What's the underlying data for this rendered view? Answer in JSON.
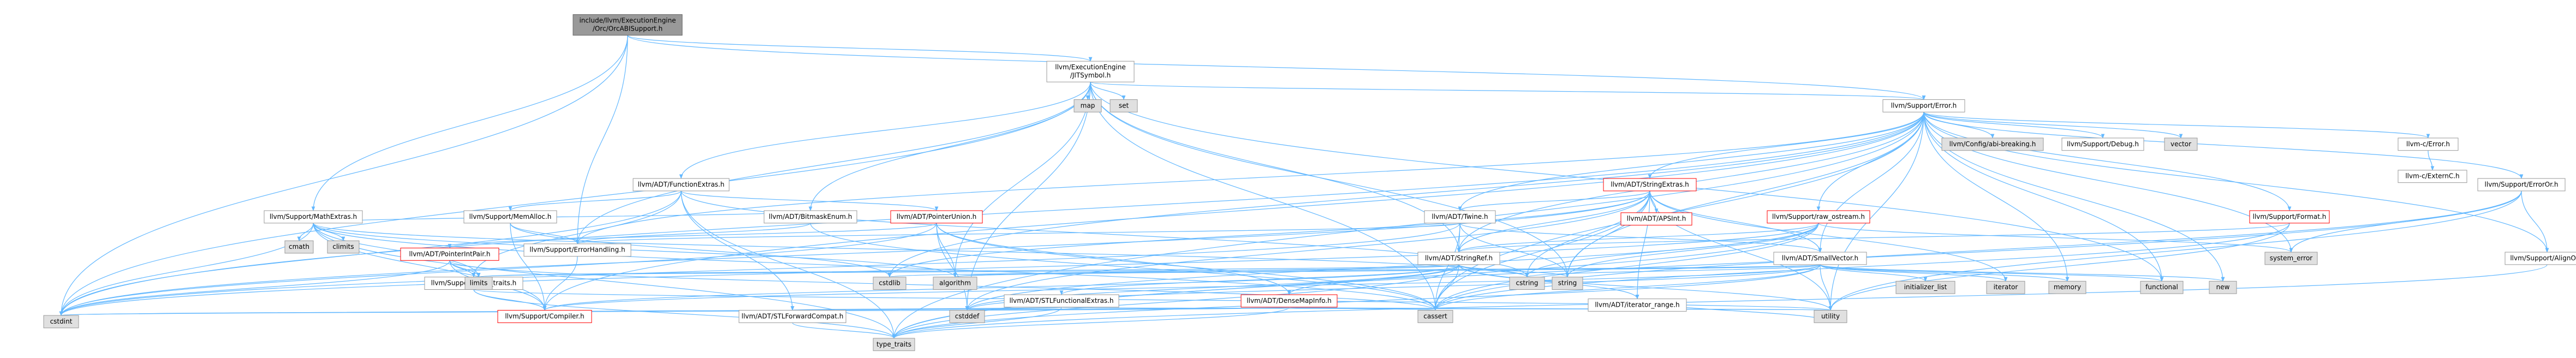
{
  "diagram": {
    "nodes": [
      {
        "id": "root",
        "lines": [
          "include/llvm/ExecutionEngine",
          "/Orc/OrcABISupport.h"
        ],
        "kind": "root",
        "link": false
      },
      {
        "id": "jitsymbol",
        "lines": [
          "llvm/ExecutionEngine",
          "/JITSymbol.h"
        ],
        "kind": "normal",
        "link": true
      },
      {
        "id": "error",
        "lines": [
          "llvm/Support/Error.h"
        ],
        "kind": "normal",
        "link": true
      },
      {
        "id": "mathextras",
        "lines": [
          "llvm/Support/MathExtras.h"
        ],
        "kind": "normal",
        "link": true
      },
      {
        "id": "cstdint",
        "lines": [
          "cstdint"
        ],
        "kind": "grey",
        "link": false
      },
      {
        "id": "functionextras",
        "lines": [
          "llvm/ADT/FunctionExtras.h"
        ],
        "kind": "normal",
        "link": true
      },
      {
        "id": "map",
        "lines": [
          "map"
        ],
        "kind": "grey",
        "link": false
      },
      {
        "id": "set",
        "lines": [
          "set"
        ],
        "kind": "grey",
        "link": false
      },
      {
        "id": "bitmaskenum",
        "lines": [
          "llvm/ADT/BitmaskEnum.h"
        ],
        "kind": "normal",
        "link": true
      },
      {
        "id": "stringref",
        "lines": [
          "llvm/ADT/StringRef.h"
        ],
        "kind": "normal",
        "link": true
      },
      {
        "id": "pointerunion",
        "lines": [
          "llvm/ADT/PointerUnion.h"
        ],
        "kind": "red",
        "link": true
      },
      {
        "id": "memalloc",
        "lines": [
          "llvm/Support/MemAlloc.h"
        ],
        "kind": "normal",
        "link": true
      },
      {
        "id": "errorhandling",
        "lines": [
          "llvm/Support/ErrorHandling.h"
        ],
        "kind": "normal",
        "link": true
      },
      {
        "id": "pointerintpair",
        "lines": [
          "llvm/ADT/PointerIntPair.h"
        ],
        "kind": "red",
        "link": true
      },
      {
        "id": "typetraits_h",
        "lines": [
          "llvm/Support/type_traits.h"
        ],
        "kind": "normal",
        "link": true
      },
      {
        "id": "compiler",
        "lines": [
          "llvm/Support/Compiler.h"
        ],
        "kind": "red",
        "link": true
      },
      {
        "id": "stlforwardcompat",
        "lines": [
          "llvm/ADT/STLForwardCompat.h"
        ],
        "kind": "normal",
        "link": true
      },
      {
        "id": "type_traits",
        "lines": [
          "type_traits"
        ],
        "kind": "grey",
        "link": false
      },
      {
        "id": "stringextras",
        "lines": [
          "llvm/ADT/StringExtras.h"
        ],
        "kind": "red",
        "link": true
      },
      {
        "id": "apsint",
        "lines": [
          "llvm/ADT/APSInt.h"
        ],
        "kind": "red",
        "link": true
      },
      {
        "id": "twine",
        "lines": [
          "llvm/ADT/Twine.h"
        ],
        "kind": "normal",
        "link": true
      },
      {
        "id": "rawostream",
        "lines": [
          "llvm/Support/raw_ostream.h"
        ],
        "kind": "red",
        "link": true
      },
      {
        "id": "smallvector",
        "lines": [
          "llvm/ADT/SmallVector.h"
        ],
        "kind": "normal",
        "link": true
      },
      {
        "id": "iteratorrange",
        "lines": [
          "llvm/ADT/iterator_range.h"
        ],
        "kind": "normal",
        "link": true
      },
      {
        "id": "densemapinfo",
        "lines": [
          "llvm/ADT/DenseMapInfo.h"
        ],
        "kind": "red",
        "link": true
      },
      {
        "id": "stlfunctional",
        "lines": [
          "llvm/ADT/STLFunctionalExtras.h"
        ],
        "kind": "normal",
        "link": true
      },
      {
        "id": "abibreaking",
        "lines": [
          "llvm/Config/abi-breaking.h"
        ],
        "kind": "grey",
        "link": false
      },
      {
        "id": "debug",
        "lines": [
          "llvm/Support/Debug.h"
        ],
        "kind": "normal",
        "link": true
      },
      {
        "id": "vector",
        "lines": [
          "vector"
        ],
        "kind": "grey",
        "link": false
      },
      {
        "id": "format",
        "lines": [
          "llvm/Support/Format.h"
        ],
        "kind": "red",
        "link": true
      },
      {
        "id": "cerror",
        "lines": [
          "llvm-c/Error.h"
        ],
        "kind": "normal",
        "link": true
      },
      {
        "id": "externc",
        "lines": [
          "llvm-c/ExternC.h"
        ],
        "kind": "normal",
        "link": true
      },
      {
        "id": "erroror",
        "lines": [
          "llvm/Support/ErrorOr.h"
        ],
        "kind": "normal",
        "link": true
      },
      {
        "id": "systemerror",
        "lines": [
          "system_error"
        ],
        "kind": "grey",
        "link": false
      },
      {
        "id": "aligntrait",
        "lines": [
          "llvm/Support/AlignOf.h"
        ],
        "kind": "normal",
        "link": true
      },
      {
        "id": "cmath",
        "lines": [
          "cmath"
        ],
        "kind": "grey",
        "link": false
      },
      {
        "id": "climits",
        "lines": [
          "climits"
        ],
        "kind": "grey",
        "link": false
      },
      {
        "id": "limits",
        "lines": [
          "limits"
        ],
        "kind": "grey",
        "link": false
      },
      {
        "id": "cstdlib",
        "lines": [
          "cstdlib"
        ],
        "kind": "grey",
        "link": false
      },
      {
        "id": "algorithm",
        "lines": [
          "algorithm"
        ],
        "kind": "grey",
        "link": false
      },
      {
        "id": "cstddef",
        "lines": [
          "cstddef"
        ],
        "kind": "grey",
        "link": false
      },
      {
        "id": "cassert",
        "lines": [
          "cassert"
        ],
        "kind": "grey",
        "link": false
      },
      {
        "id": "cstring",
        "lines": [
          "cstring"
        ],
        "kind": "grey",
        "link": false
      },
      {
        "id": "string",
        "lines": [
          "string"
        ],
        "kind": "grey",
        "link": false
      },
      {
        "id": "utility",
        "lines": [
          "utility"
        ],
        "kind": "grey",
        "link": false
      },
      {
        "id": "initlist",
        "lines": [
          "initializer_list"
        ],
        "kind": "grey",
        "link": false
      },
      {
        "id": "iterator",
        "lines": [
          "iterator"
        ],
        "kind": "grey",
        "link": false
      },
      {
        "id": "memory",
        "lines": [
          "memory"
        ],
        "kind": "grey",
        "link": false
      },
      {
        "id": "functional",
        "lines": [
          "functional"
        ],
        "kind": "grey",
        "link": false
      },
      {
        "id": "new",
        "lines": [
          "new"
        ],
        "kind": "grey",
        "link": false
      }
    ],
    "edges": [
      [
        "root",
        "jitsymbol"
      ],
      [
        "root",
        "error"
      ],
      [
        "root",
        "mathextras"
      ],
      [
        "root",
        "cstdint"
      ],
      [
        "root",
        "errorhandling"
      ],
      [
        "jitsymbol",
        "functionextras"
      ],
      [
        "jitsymbol",
        "map"
      ],
      [
        "jitsymbol",
        "set"
      ],
      [
        "jitsymbol",
        "bitmaskenum"
      ],
      [
        "jitsymbol",
        "stringref"
      ],
      [
        "jitsymbol",
        "error"
      ],
      [
        "jitsymbol",
        "cstdint"
      ],
      [
        "jitsymbol",
        "cassert"
      ],
      [
        "jitsymbol",
        "string"
      ],
      [
        "jitsymbol",
        "errorhandling"
      ],
      [
        "jitsymbol",
        "algorithm"
      ],
      [
        "jitsymbol",
        "cstddef"
      ],
      [
        "jitsymbol",
        "functional"
      ],
      [
        "functionextras",
        "pointerunion"
      ],
      [
        "functionextras",
        "stlforwardcompat"
      ],
      [
        "functionextras",
        "memalloc"
      ],
      [
        "functionextras",
        "typetraits_h"
      ],
      [
        "functionextras",
        "cstring"
      ],
      [
        "functionextras",
        "cstdint"
      ],
      [
        "functionextras",
        "type_traits"
      ],
      [
        "pointerunion",
        "pointerintpair"
      ],
      [
        "pointerunion",
        "densemapinfo"
      ],
      [
        "pointerunion",
        "algorithm"
      ],
      [
        "pointerunion",
        "cassert"
      ],
      [
        "pointerunion",
        "cstddef"
      ],
      [
        "pointerunion",
        "cstdint"
      ],
      [
        "pointerintpair",
        "compiler"
      ],
      [
        "pointerintpair",
        "typetraits_h"
      ],
      [
        "pointerintpair",
        "cassert"
      ],
      [
        "pointerintpair",
        "cstdint"
      ],
      [
        "pointerintpair",
        "limits"
      ],
      [
        "memalloc",
        "compiler"
      ],
      [
        "memalloc",
        "errorhandling"
      ],
      [
        "memalloc",
        "cstdlib"
      ],
      [
        "errorhandling",
        "compiler"
      ],
      [
        "typetraits_h",
        "compiler"
      ],
      [
        "typetraits_h",
        "type_traits"
      ],
      [
        "typetraits_h",
        "utility"
      ],
      [
        "bitmaskenum",
        "errorhandling"
      ],
      [
        "bitmaskenum",
        "mathextras"
      ],
      [
        "bitmaskenum",
        "cassert"
      ],
      [
        "mathextras",
        "compiler"
      ],
      [
        "mathextras",
        "algorithm"
      ],
      [
        "mathextras",
        "cassert"
      ],
      [
        "mathextras",
        "climits"
      ],
      [
        "mathextras",
        "cmath"
      ],
      [
        "mathextras",
        "cstdint"
      ],
      [
        "mathextras",
        "cstring"
      ],
      [
        "mathextras",
        "limits"
      ],
      [
        "mathextras",
        "type_traits"
      ],
      [
        "error",
        "abibreaking"
      ],
      [
        "error",
        "stringextras"
      ],
      [
        "error",
        "twine"
      ],
      [
        "error",
        "debug"
      ],
      [
        "error",
        "vector"
      ],
      [
        "error",
        "format"
      ],
      [
        "error",
        "cerror"
      ],
      [
        "error",
        "erroror"
      ],
      [
        "error",
        "aligntrait"
      ],
      [
        "error",
        "systemerror"
      ],
      [
        "error",
        "rawostream"
      ],
      [
        "error",
        "compiler"
      ],
      [
        "error",
        "errorhandling"
      ],
      [
        "error",
        "cassert"
      ],
      [
        "error",
        "cstdint"
      ],
      [
        "error",
        "cstdlib"
      ],
      [
        "error",
        "functional"
      ],
      [
        "error",
        "memory"
      ],
      [
        "error",
        "new"
      ],
      [
        "error",
        "string"
      ],
      [
        "error",
        "utility"
      ],
      [
        "error",
        "type_traits"
      ],
      [
        "error",
        "stringref"
      ],
      [
        "error",
        "smallvector"
      ],
      [
        "stringextras",
        "apsint"
      ],
      [
        "stringextras",
        "stringref"
      ],
      [
        "stringextras",
        "twine"
      ],
      [
        "stringextras",
        "smallvector"
      ],
      [
        "stringextras",
        "iterator"
      ],
      [
        "stringextras",
        "cassert"
      ],
      [
        "stringextras",
        "cstddef"
      ],
      [
        "stringextras",
        "cstdint"
      ],
      [
        "stringextras",
        "cstdlib"
      ],
      [
        "stringextras",
        "cstring"
      ],
      [
        "stringextras",
        "string"
      ],
      [
        "stringextras",
        "utility"
      ],
      [
        "stringextras",
        "iteratorrange"
      ],
      [
        "twine",
        "smallvector"
      ],
      [
        "twine",
        "stringref"
      ],
      [
        "twine",
        "errorhandling"
      ],
      [
        "twine",
        "cassert"
      ],
      [
        "twine",
        "cstdint"
      ],
      [
        "twine",
        "string"
      ],
      [
        "rawostream",
        "stringref"
      ],
      [
        "rawostream",
        "cassert"
      ],
      [
        "rawostream",
        "cstddef"
      ],
      [
        "rawostream",
        "cstdint"
      ],
      [
        "rawostream",
        "cstring"
      ],
      [
        "rawostream",
        "string"
      ],
      [
        "rawostream",
        "systemerror"
      ],
      [
        "rawostream",
        "type_traits"
      ],
      [
        "stringref",
        "densemapinfo"
      ],
      [
        "stringref",
        "stlfunctional"
      ],
      [
        "stringref",
        "iteratorrange"
      ],
      [
        "stringref",
        "compiler"
      ],
      [
        "stringref",
        "algorithm"
      ],
      [
        "stringref",
        "cassert"
      ],
      [
        "stringref",
        "cstddef"
      ],
      [
        "stringref",
        "cstring"
      ],
      [
        "stringref",
        "limits"
      ],
      [
        "stringref",
        "string"
      ],
      [
        "stringref",
        "type_traits"
      ],
      [
        "stringref",
        "utility"
      ],
      [
        "smallvector",
        "compiler"
      ],
      [
        "smallvector",
        "algorithm"
      ],
      [
        "smallvector",
        "cassert"
      ],
      [
        "smallvector",
        "cstddef"
      ],
      [
        "smallvector",
        "cstdlib"
      ],
      [
        "smallvector",
        "cstring"
      ],
      [
        "smallvector",
        "functional"
      ],
      [
        "smallvector",
        "initlist"
      ],
      [
        "smallvector",
        "iterator"
      ],
      [
        "smallvector",
        "limits"
      ],
      [
        "smallvector",
        "memory"
      ],
      [
        "smallvector",
        "new"
      ],
      [
        "smallvector",
        "type_traits"
      ],
      [
        "smallvector",
        "utility"
      ],
      [
        "densemapinfo",
        "cassert"
      ],
      [
        "densemapinfo",
        "cstddef"
      ],
      [
        "densemapinfo",
        "cstdint"
      ],
      [
        "densemapinfo",
        "tuple_skip"
      ],
      [
        "densemapinfo",
        "type_traits"
      ],
      [
        "densemapinfo",
        "utility"
      ],
      [
        "stlfunctional",
        "stlforwardcompat"
      ],
      [
        "stlfunctional",
        "cstdint"
      ],
      [
        "stlfunctional",
        "type_traits"
      ],
      [
        "stlfunctional",
        "utility"
      ],
      [
        "stlforwardcompat",
        "type_traits"
      ],
      [
        "iteratorrange",
        "utility"
      ],
      [
        "format",
        "stringref"
      ],
      [
        "format",
        "cassert"
      ],
      [
        "format",
        "cstdio_skip"
      ],
      [
        "format",
        "tuple_skip"
      ],
      [
        "format",
        "utility"
      ],
      [
        "cerror",
        "externc"
      ],
      [
        "erroror",
        "aligntrait"
      ],
      [
        "erroror",
        "cassert"
      ],
      [
        "erroror",
        "systemerror"
      ],
      [
        "erroror",
        "type_traits"
      ],
      [
        "erroror",
        "utility"
      ],
      [
        "aligntrait",
        "type_traits"
      ]
    ]
  }
}
